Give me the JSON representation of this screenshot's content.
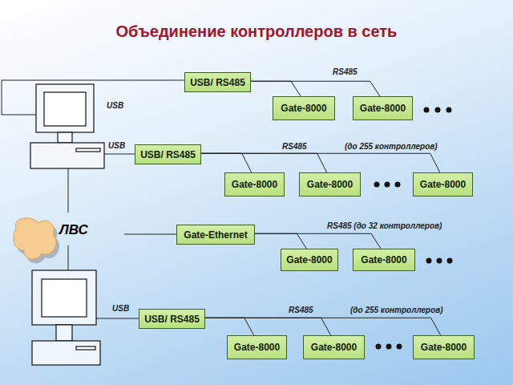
{
  "diagram": {
    "title": "Объединение контроллеров в сеть",
    "nodes": [
      {
        "text": [
          "USB/ RS485"
        ]
      },
      {
        "text": [
          "Gate-8000"
        ]
      },
      {
        "text": [
          "Gate-8000"
        ]
      },
      {
        "text": [
          "USB/ RS485"
        ]
      },
      {
        "text": [
          "Gate-8000"
        ]
      },
      {
        "text": [
          "Gate-8000"
        ]
      },
      {
        "text": [
          "Gate-8000"
        ]
      },
      {
        "text": [
          "Gate-Ethernet"
        ]
      },
      {
        "text": [
          "Gate-8000"
        ]
      },
      {
        "text": [
          "Gate-8000"
        ]
      },
      {
        "text": [
          "USB/ RS485"
        ]
      },
      {
        "text": [
          "Gate-8000"
        ]
      },
      {
        "text": [
          "Gate-8000"
        ]
      },
      {
        "text": [
          "Gate-8000"
        ]
      }
    ],
    "edges": [
      {
        "from": 0,
        "to": 1,
        "arrow": "none"
      },
      {
        "from": 0,
        "to": 2,
        "arrow": "none"
      },
      {
        "from": 3,
        "to": 4,
        "arrow": "none"
      },
      {
        "from": 3,
        "to": 5,
        "arrow": "none"
      },
      {
        "from": 3,
        "to": 6,
        "arrow": "none"
      },
      {
        "from": 7,
        "to": 8,
        "arrow": "none"
      },
      {
        "from": 7,
        "to": 9,
        "arrow": "none"
      },
      {
        "from": 10,
        "to": 11,
        "arrow": "none"
      },
      {
        "from": 10,
        "to": 12,
        "arrow": "none"
      },
      {
        "from": 10,
        "to": 13,
        "arrow": "none"
      }
    ],
    "labels": [
      "RS485",
      "USB",
      "USB",
      "RS485",
      "(до 255 контроллеров)",
      "ЛВС",
      "RS485 (до 32 контроллеров)",
      "USB",
      "RS485",
      "(до 255 контроллеров)"
    ]
  }
}
